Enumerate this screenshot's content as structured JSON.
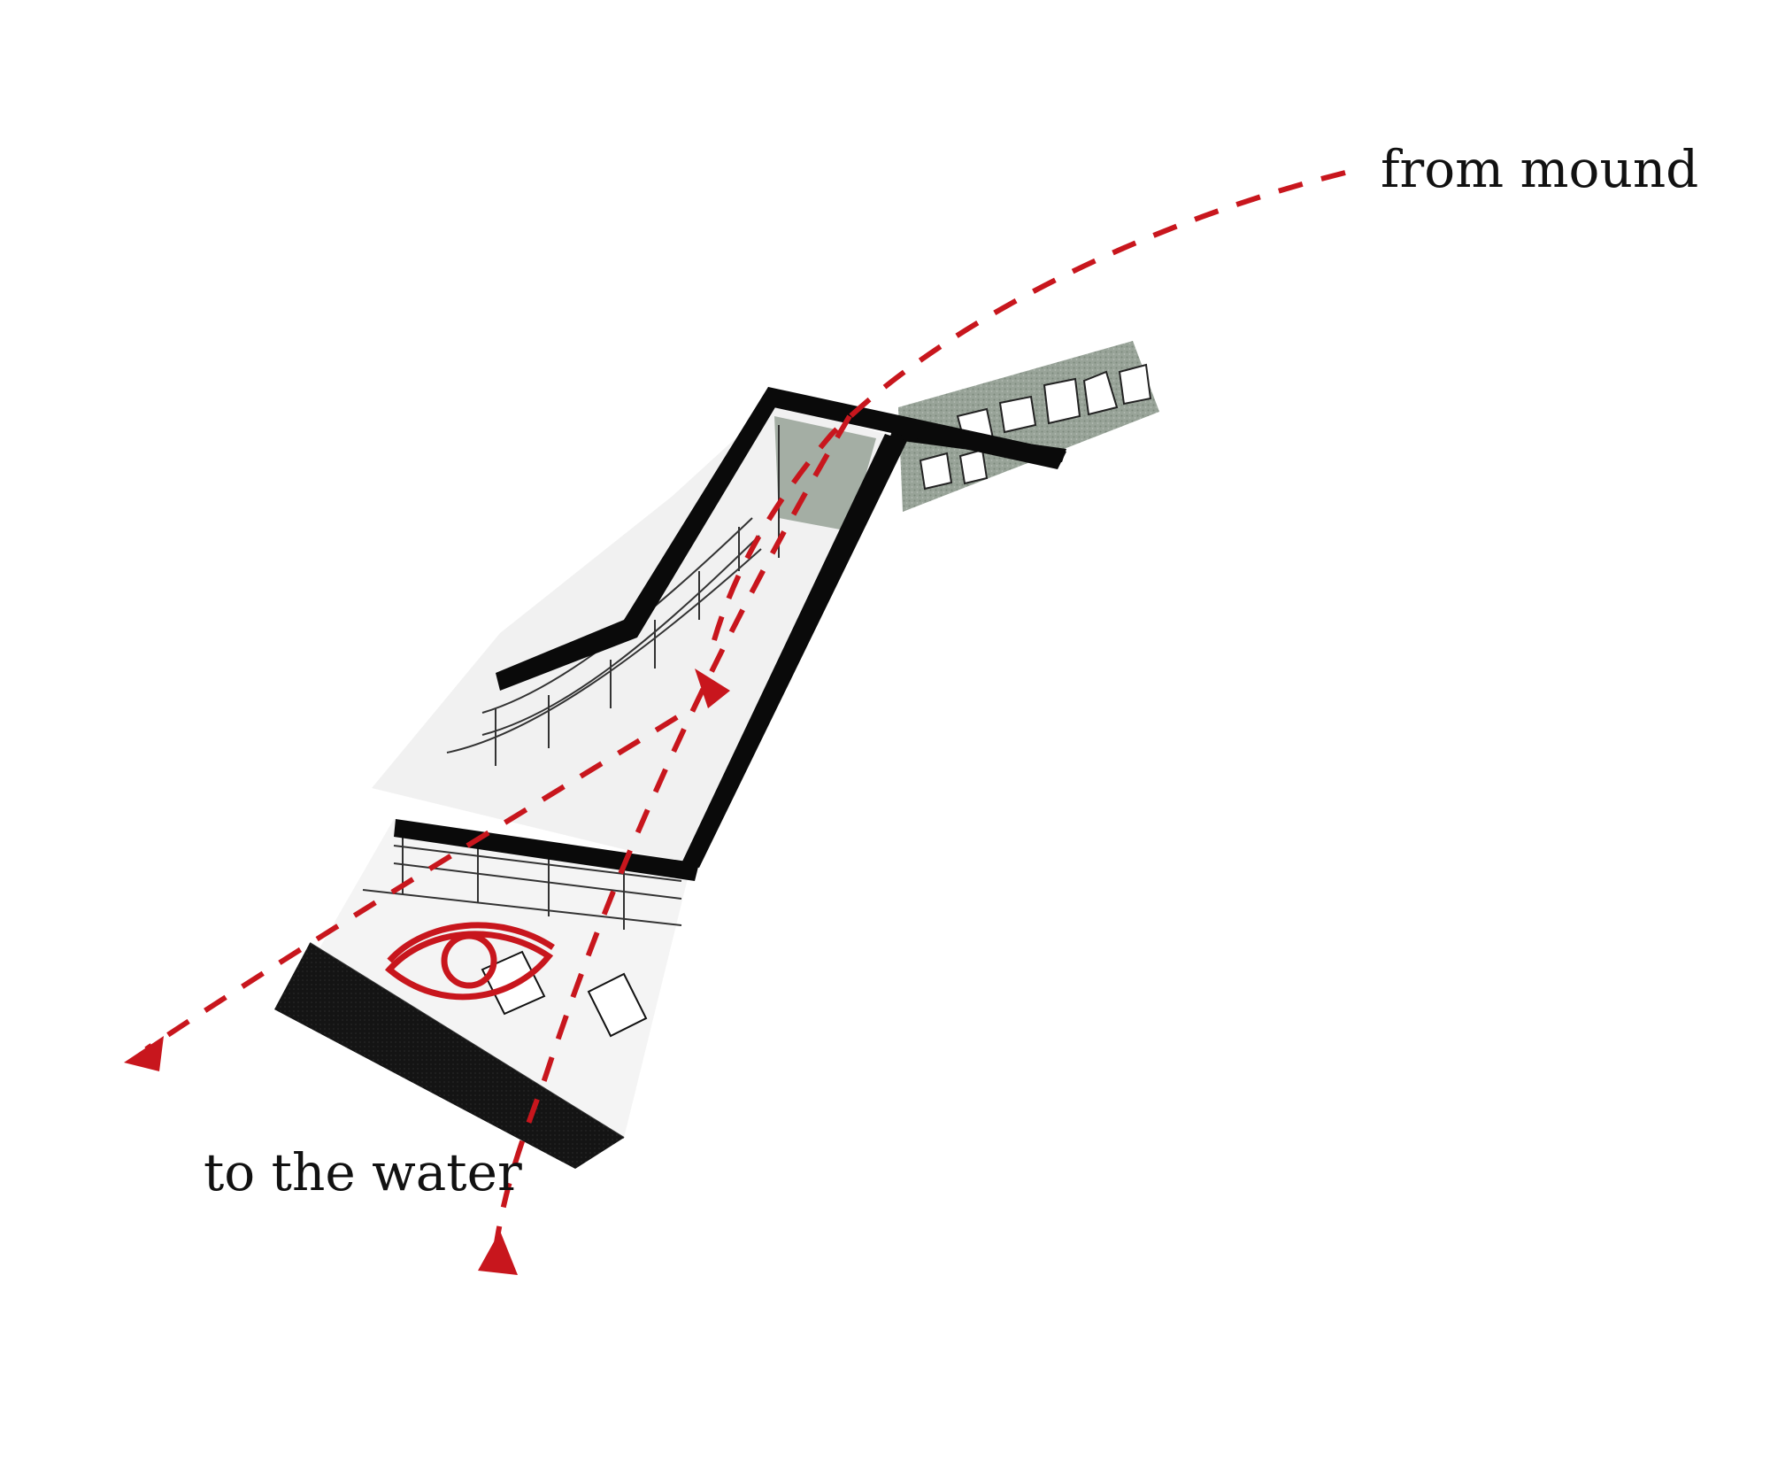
{
  "labels": {
    "from": "from mound",
    "to": "to the water"
  },
  "icons": {
    "view": "eye-icon",
    "flow": "dashed-arrow"
  },
  "colors": {
    "path": "#c8161d",
    "structure": "#0a0a0a",
    "stone": "#9aa69a",
    "ground": "#111111"
  }
}
